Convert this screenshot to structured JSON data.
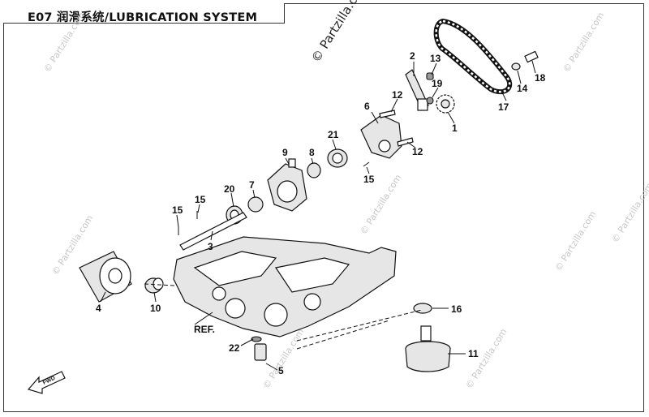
{
  "title": "E07 润滑系统/LUBRICATION SYSTEM",
  "watermark_main": "© Partzilla.com",
  "watermark_faint": "© Partzilla.com",
  "ref_label": "REF.",
  "fwd_label": "FWD",
  "callouts": {
    "c1": "1",
    "c2": "2",
    "c3": "3",
    "c4": "4",
    "c5": "5",
    "c6": "6",
    "c7": "7",
    "c8": "8",
    "c9": "9",
    "c10": "10",
    "c11": "11",
    "c12a": "12",
    "c12b": "12",
    "c13": "13",
    "c14": "14",
    "c15a": "15",
    "c15b": "15",
    "c15c": "15",
    "c16": "16",
    "c17": "17",
    "c18": "18",
    "c19": "19",
    "c20": "20",
    "c21": "21",
    "c22": "22"
  }
}
